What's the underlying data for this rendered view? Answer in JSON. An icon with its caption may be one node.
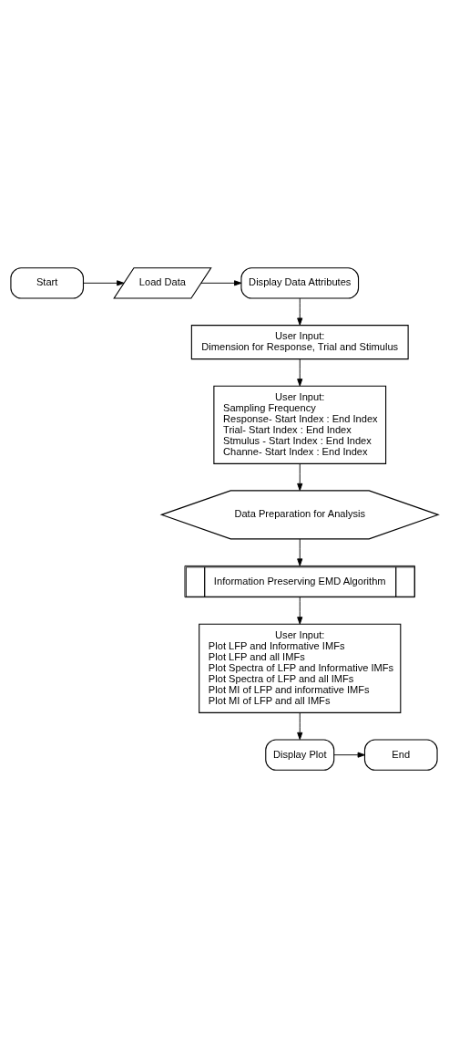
{
  "diagram": {
    "nodes": [
      {
        "text": [
          "Start"
        ]
      },
      {
        "text": [
          "Load Data"
        ]
      },
      {
        "text": [
          "Display Data Attributes"
        ]
      },
      {
        "text": [
          "User Input:",
          "Dimension for Response, Trial and Stimulus"
        ]
      },
      {
        "text": [
          "User Input:",
          "Sampling Frequency",
          "Response- Start Index : End Index",
          "Trial- Start Index : End Index",
          "Stmulus - Start Index : End Index",
          "Channe- Start Index : End Index"
        ]
      },
      {
        "text": [
          "Data Preparation for Analysis"
        ]
      },
      {
        "text": [
          "Information Preserving EMD Algorithm"
        ]
      },
      {
        "text": [
          "User Input:",
          "Plot LFP and Informative IMFs",
          "Plot LFP and all IMFs",
          "Plot Spectra of LFP and Informative IMFs",
          "Plot Spectra of LFP and all IMFs",
          "Plot MI of LFP and informative IMFs",
          "Plot MI of LFP and all IMFs"
        ]
      },
      {
        "text": [
          "Display Plot"
        ]
      },
      {
        "text": [
          "End"
        ]
      }
    ],
    "edges": [
      {
        "from": 0,
        "to": 1,
        "arrow": "to"
      },
      {
        "from": 1,
        "to": 2,
        "arrow": "to"
      },
      {
        "from": 2,
        "to": 3,
        "arrow": "to"
      },
      {
        "from": 3,
        "to": 4,
        "arrow": "to"
      },
      {
        "from": 4,
        "to": 5,
        "arrow": "to"
      },
      {
        "from": 5,
        "to": 6,
        "arrow": "to"
      },
      {
        "from": 6,
        "to": 7,
        "arrow": "to"
      },
      {
        "from": 7,
        "to": 8,
        "arrow": "to"
      },
      {
        "from": 8,
        "to": 9,
        "arrow": "to"
      }
    ]
  }
}
